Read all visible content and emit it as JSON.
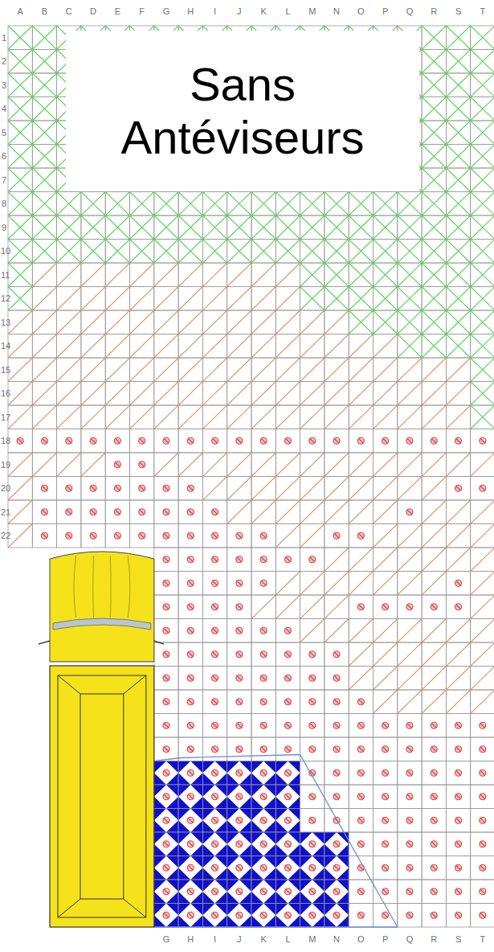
{
  "diagram": {
    "title": "Sans Antéviseurs",
    "labels": [
      "A",
      "B",
      "C",
      "D",
      "E",
      "F",
      "G",
      "H",
      "I",
      "J",
      "K",
      "L",
      "M",
      "N",
      "O",
      "P",
      "Q",
      "R",
      "S",
      "T",
      "1",
      "2",
      "3",
      "4",
      "5",
      "6",
      "7",
      "8",
      "9",
      "10",
      "11",
      "12",
      "13",
      "14",
      "15",
      "16",
      "17",
      "18",
      "19",
      "20",
      "21",
      "22",
      "G",
      "H",
      "I",
      "J",
      "K",
      "L",
      "M",
      "N",
      "O",
      "P",
      "Q",
      "R",
      "S",
      "T"
    ]
  }
}
